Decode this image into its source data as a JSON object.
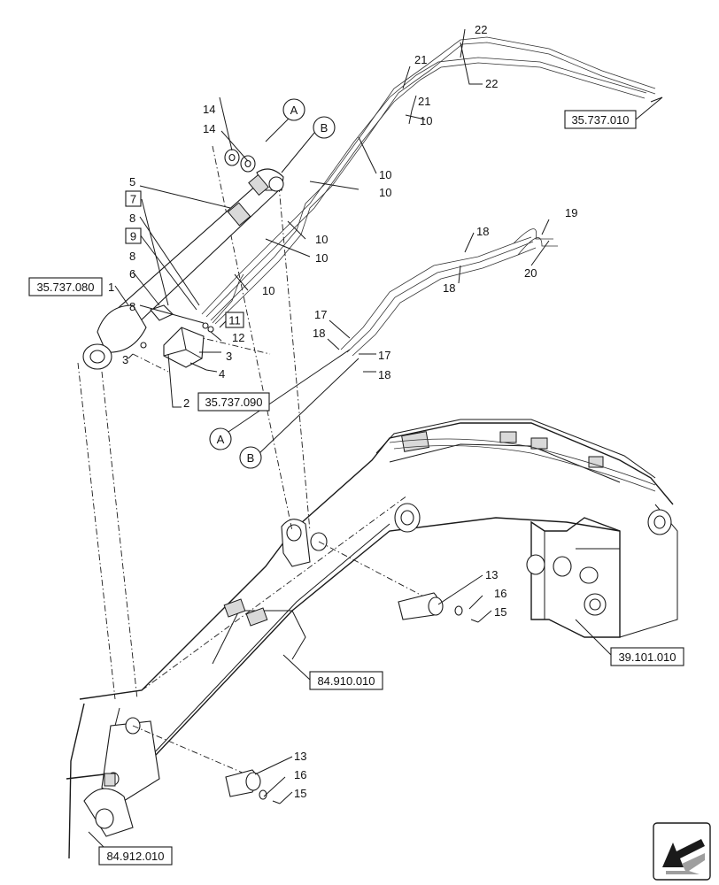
{
  "references": [
    {
      "id": "ref-35737010",
      "text": "35.737.010"
    },
    {
      "id": "ref-35737080",
      "text": "35.737.080"
    },
    {
      "id": "ref-35737090",
      "text": "35.737.090"
    },
    {
      "id": "ref-84910010",
      "text": "84.910.010"
    },
    {
      "id": "ref-39101010",
      "text": "39.101.010"
    },
    {
      "id": "ref-84912010",
      "text": "84.912.010"
    }
  ],
  "connectors": {
    "a": "A",
    "b": "B"
  },
  "boxed_items": {
    "seven": "7",
    "nine": "9",
    "eleven": "11"
  },
  "callouts": {
    "n1": "1",
    "n2": "2",
    "n3": "3",
    "n4": "4",
    "n5": "5",
    "n6": "6",
    "n8": "8",
    "n10": "10",
    "n12": "12",
    "n13": "13",
    "n14": "14",
    "n15": "15",
    "n16": "16",
    "n17": "17",
    "n18": "18",
    "n19": "19",
    "n20": "20",
    "n21": "21",
    "n22": "22"
  },
  "icons": {
    "navigation": "arrow-bottom-left-icon"
  }
}
